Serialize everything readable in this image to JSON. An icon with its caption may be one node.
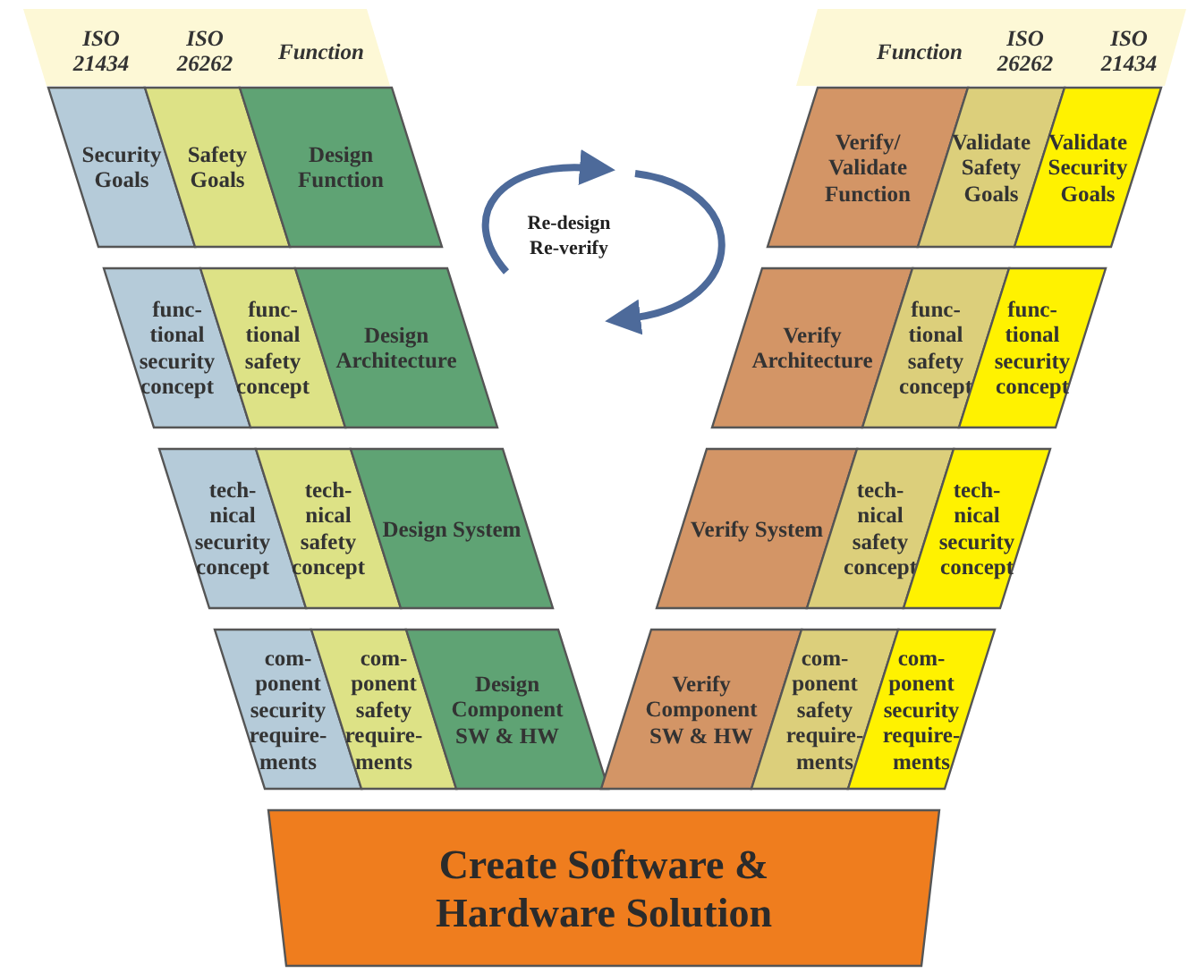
{
  "diagram": {
    "nodes": [
      {
        "text": [
          "ISO 21434",
          "ISO 26262",
          "Function"
        ]
      },
      {
        "text": [
          "Function",
          "ISO 26262",
          "ISO 21434"
        ]
      },
      {
        "text": [
          "Security Goals"
        ]
      },
      {
        "text": [
          "Safety Goals"
        ]
      },
      {
        "text": [
          "Design Function"
        ]
      },
      {
        "text": [
          "Verify/ Validate Function"
        ]
      },
      {
        "text": [
          "Validate Safety Goals"
        ]
      },
      {
        "text": [
          "Validate Security Goals"
        ]
      },
      {
        "text": [
          "func- tional security concept"
        ]
      },
      {
        "text": [
          "func- tional safety concept"
        ]
      },
      {
        "text": [
          "Design Architecture"
        ]
      },
      {
        "text": [
          "Verify Architecture"
        ]
      },
      {
        "text": [
          "func- tional safety concept"
        ]
      },
      {
        "text": [
          "func- tional security concept"
        ]
      },
      {
        "text": [
          "tech- nical security concept"
        ]
      },
      {
        "text": [
          "tech- nical safety concept"
        ]
      },
      {
        "text": [
          "Design System"
        ]
      },
      {
        "text": [
          "Verify System"
        ]
      },
      {
        "text": [
          "tech- nical safety concept"
        ]
      },
      {
        "text": [
          "tech- nical security concept"
        ]
      },
      {
        "text": [
          "com- ponent security require- ments"
        ]
      },
      {
        "text": [
          "com- ponent safety require- ments"
        ]
      },
      {
        "text": [
          "Design Component SW & HW"
        ]
      },
      {
        "text": [
          "Verify Component SW & HW"
        ]
      },
      {
        "text": [
          "com- ponent safety require- ments"
        ]
      },
      {
        "text": [
          "com- ponent security require- ments"
        ]
      },
      {
        "text": [
          "Create Software & Hardware Solution"
        ]
      }
    ],
    "labels": [
      "Re-design Re-verify"
    ]
  }
}
